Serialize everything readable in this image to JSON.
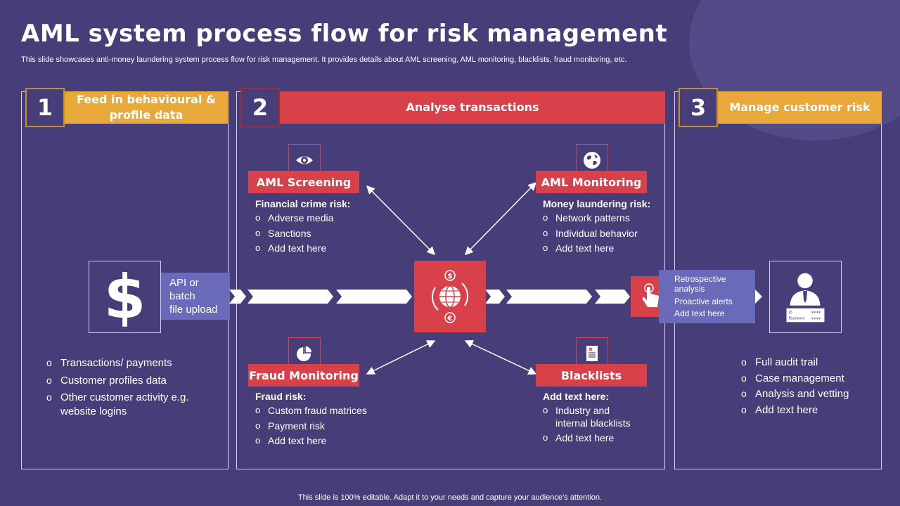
{
  "header": {
    "title": "AML system process flow for risk management",
    "subtitle": "This slide showcases anti-money laundering system process flow for risk management. It provides details about AML screening, AML monitoring, blacklists, fraud monitoring, etc."
  },
  "step1": {
    "number": "1",
    "title_line1": "Feed in behavioural &",
    "title_line2": "profile data",
    "api_line1": "API or",
    "api_line2": "batch",
    "api_line3": "file upload",
    "dollar": "$",
    "items": [
      "Transactions/ payments",
      "Customer profiles data",
      "Other customer activity e.g.",
      "website logins"
    ]
  },
  "step2": {
    "number": "2",
    "title": "Analyse transactions",
    "screening": {
      "label": "AML Screening",
      "heading": "Financial crime risk:",
      "items": [
        "Adverse media",
        "Sanctions",
        "Add text here"
      ]
    },
    "monitoring": {
      "label": "AML Monitoring",
      "heading": "Money laundering risk:",
      "items": [
        "Network patterns",
        "Individual behavior",
        "Add text here"
      ]
    },
    "fraud": {
      "label": "Fraud Monitoring",
      "heading": "Fraud risk:",
      "items": [
        "Custom fraud matrices",
        "Payment risk",
        "Add text here"
      ]
    },
    "blacklists": {
      "label": "Blacklists",
      "heading": "Add text here:",
      "items": [
        "Industry and",
        "internal blacklists",
        "Add text here"
      ]
    },
    "center_symbols": {
      "dollar": "$",
      "euro": "€"
    }
  },
  "step3": {
    "number": "3",
    "title": "Manage customer risk",
    "alerts": [
      "Retrospective",
      "analysis",
      "Proactive alerts",
      "Add text here"
    ],
    "id_card": {
      "id_label": "ID",
      "id_value": "****",
      "pw_label": "Password",
      "pw_value": "****"
    },
    "items": [
      "Full audit trail",
      "Case management",
      "Analysis and vetting",
      "Add text here"
    ]
  },
  "footer": "This slide is 100% editable. Adapt it to your needs and capture your audience’s attention.",
  "colors": {
    "background": "#473d78",
    "accent_yellow": "#e8a83a",
    "accent_red": "#d8414a",
    "accent_purple": "#6a6aba"
  }
}
